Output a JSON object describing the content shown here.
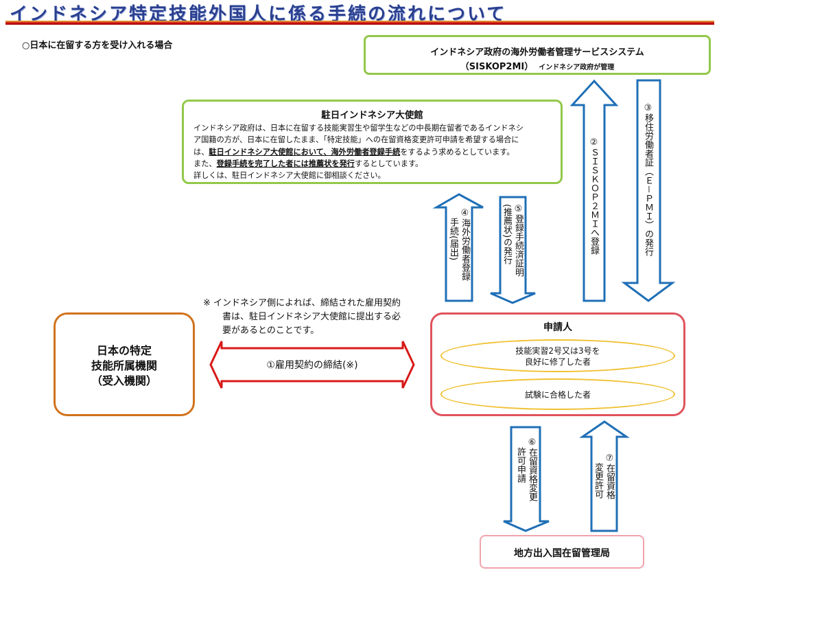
{
  "title": "インドネシア特定技能外国人に係る手続の流れについて",
  "subtitle": "○日本に在留する方を受け入れる場合",
  "system_box": {
    "line1": "インドネシア政府の海外労働者管理サービスシステム",
    "line2": "（SISKOP2MI）",
    "line2_small": "インドネシア政府が管理"
  },
  "embassy_box": {
    "title": "駐日インドネシア大使館",
    "line1": "インドネシア政府は、日本に在留する技能実習生や留学生などの中長期在留者であるインドネシ",
    "line2": "ア国籍の方が、日本に在留したまま、「特定技能」への在留資格変更許可申請を希望する場合に",
    "line3_pre": "は、",
    "line3_bold": "駐日インドネシア大使館において、海外労働者登録手続",
    "line3_post": "をするよう求めるとしています。",
    "line4_pre": "また、",
    "line4_bold1": "登録手続を完了した者には推薦状を発行",
    "line4_post": "するとしています。",
    "line5": "詳しくは、駐日インドネシア大使館に御相談ください。"
  },
  "note": {
    "line1": "※ インドネシア側によれば、締結された雇用契約",
    "line2": "書は、駐日インドネシア大使館に提出する必",
    "line3": "要があるとのことです。"
  },
  "employer_box": {
    "line1": "日本の特定",
    "line2": "技能所属機関",
    "line3": "（受入機関）"
  },
  "applicant_box": {
    "title": "申請人",
    "ellipse1_line1": "技能実習2号又は3号を",
    "ellipse1_line2": "良好に修了した者",
    "ellipse2": "試験に合格した者"
  },
  "immigration_box": {
    "label": "地方出入国在留管理局"
  },
  "arrows": {
    "contract": "①雇用契約の締結(※)",
    "step2": "②ＳＩＳＫＯＰ２ＭＩへ登録",
    "step3": "③移住労働者証（Ｅ－ＰＭＩ）の発行",
    "step4_line1": "④海外労働者登録",
    "step4_line2": "手続(届出)",
    "step5_line1": "⑤登録手続済証明",
    "step5_line2": "(推薦状)の発行",
    "step6_line1": "⑥在留資格変更",
    "step6_line2": "許可申請",
    "step7_line1": "⑦在留資格",
    "step7_line2": "変更許可"
  },
  "colors": {
    "green_border": "#92c84a",
    "orange_border": "#d1721c",
    "red_border": "#e0535c",
    "pink_border": "#f0a3ab",
    "blue_arrow": "#1f6fb6",
    "red_arrow": "#d81818",
    "yellow_ellipse": "#f0c030"
  }
}
